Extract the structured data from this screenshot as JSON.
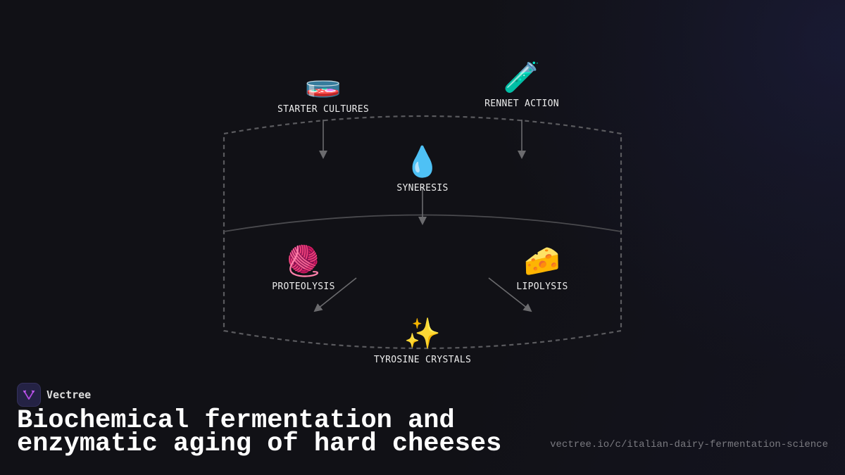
{
  "diagram": {
    "nodes": [
      {
        "id": "starter_cultures",
        "label": "STARTER CULTURES",
        "icon": "petri-dish-icon",
        "emoji": "🧫"
      },
      {
        "id": "rennet_action",
        "label": "RENNET ACTION",
        "icon": "test-tube-icon",
        "emoji": "🧪"
      },
      {
        "id": "syneresis",
        "label": "SYNERESIS",
        "icon": "droplet-icon",
        "emoji": "💧"
      },
      {
        "id": "proteolysis",
        "label": "PROTEOLYSIS",
        "icon": "yarn-icon",
        "emoji": "🧶"
      },
      {
        "id": "lipolysis",
        "label": "LIPOLYSIS",
        "icon": "cheese-icon",
        "emoji": "🧀"
      },
      {
        "id": "tyrosine_crystals",
        "label": "TYROSINE CRYSTALS",
        "icon": "sparkles-icon",
        "emoji": "✨"
      }
    ],
    "edges": [
      {
        "from": "starter_cultures",
        "to": "curd_region"
      },
      {
        "from": "rennet_action",
        "to": "curd_region"
      },
      {
        "from": "syneresis",
        "to": "aging_region"
      },
      {
        "from": "proteolysis",
        "to": "tyrosine_crystals"
      },
      {
        "from": "lipolysis",
        "to": "tyrosine_crystals"
      }
    ],
    "colors": {
      "background": "#111116",
      "edge": "#6b6b6e",
      "container_border": "#5a5a5e",
      "label": "#ececec"
    }
  },
  "brand": {
    "name": "Vectree",
    "logo_icon": "vectree-logo-icon",
    "logo_color": "#b04ae0"
  },
  "title": "Biochemical fermentation and enzymatic aging of hard cheeses",
  "url": "vectree.io/c/italian-dairy-fermentation-science"
}
